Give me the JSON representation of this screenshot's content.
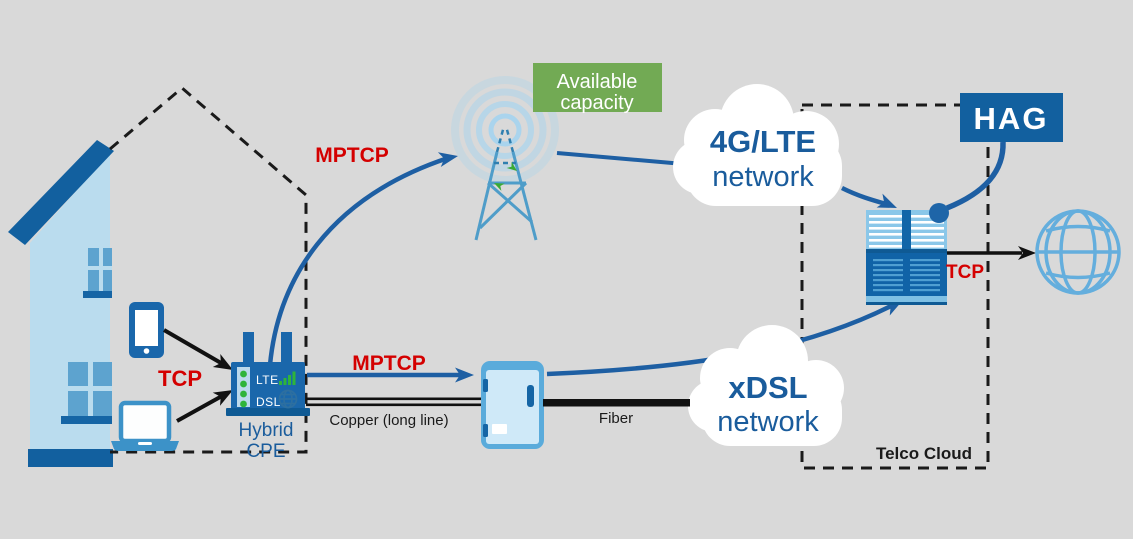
{
  "colors": {
    "background": "#d9d9d9",
    "primary_blue": "#1565a5",
    "line_blue": "#1e5fa3",
    "light_blue_fill": "#badcee",
    "accent_red": "#d40000",
    "note_green": "#72aa54",
    "led_green": "#2fb43a",
    "cloud_text_blue": "#1a5c9c",
    "tower_blue": "#4f9dc9",
    "globe_blue": "#64aedd"
  },
  "home": {
    "tcp_label": "TCP",
    "cpe": {
      "port_lte": "LTE",
      "port_dsl": "DSL",
      "name_line1": "Hybrid",
      "name_line2": "CPE"
    },
    "icons": {
      "smartphone": "smartphone-icon",
      "laptop": "laptop-icon",
      "house": "house-icon"
    }
  },
  "lte_path": {
    "mptcp_label": "MPTCP",
    "capacity_note": {
      "line1": "Available",
      "line2": "capacity"
    },
    "cloud": {
      "line1": "4G/LTE",
      "line2": "network"
    },
    "icons": {
      "tower": "cell-tower-icon",
      "signal_waves": "radio-waves-icon"
    }
  },
  "dsl_path": {
    "mptcp_label": "MPTCP",
    "copper_label": "Copper (long line)",
    "fiber_label": "Fiber",
    "cloud": {
      "line1": "xDSL",
      "line2": "network"
    },
    "icons": {
      "cabinet": "street-cabinet-icon"
    }
  },
  "core": {
    "hag_label": "HAG",
    "tcp_label": "TCP",
    "telco_label": "Telco Cloud",
    "icons": {
      "server": "hag-server-icon",
      "internet": "internet-globe-icon"
    }
  }
}
